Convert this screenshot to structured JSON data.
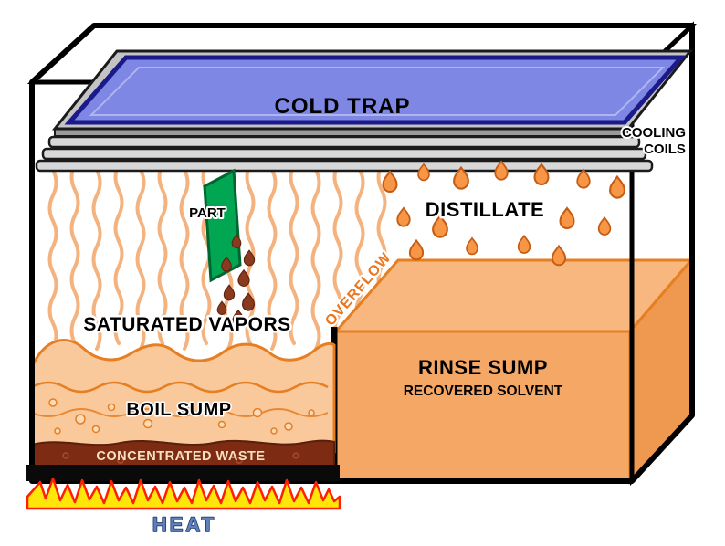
{
  "diagram": {
    "labels": {
      "cold_trap": "COLD TRAP",
      "cooling_coils_line1": "COOLING",
      "cooling_coils_line2": "COILS",
      "part": "PART",
      "distillate": "DISTILLATE",
      "saturated_vapors": "SATURATED VAPORS",
      "overflow": "OVERFLOW",
      "rinse_sump": "RINSE SUMP",
      "recovered_solvent": "RECOVERED SOLVENT",
      "boil_sump": "BOIL SUMP",
      "concentrated_waste": "CONCENTRATED WASTE",
      "heat": "HEAT"
    },
    "colors": {
      "cold_trap_fill": "#7E87E3",
      "cold_trap_border": "#1A1A8A",
      "coil_gray": "#D8D8D8",
      "vapor_orange": "#F2A05E",
      "rinse_sump_front": "#F5A866",
      "rinse_sump_top": "#F8B77E",
      "rinse_sump_side": "#EF9850",
      "boil_liquid": "#F9C99C",
      "liquid_line_orange": "#E67E22",
      "waste_brown": "#7D2B12",
      "part_green": "#00A651",
      "drop_brown": "#8A3A1E",
      "drop_orange": "#F79646",
      "flame_yellow": "#FFE60A",
      "flame_red": "#FF1E00",
      "heat_text_blue": "#5F7FBE",
      "outline_black": "#000000"
    }
  }
}
